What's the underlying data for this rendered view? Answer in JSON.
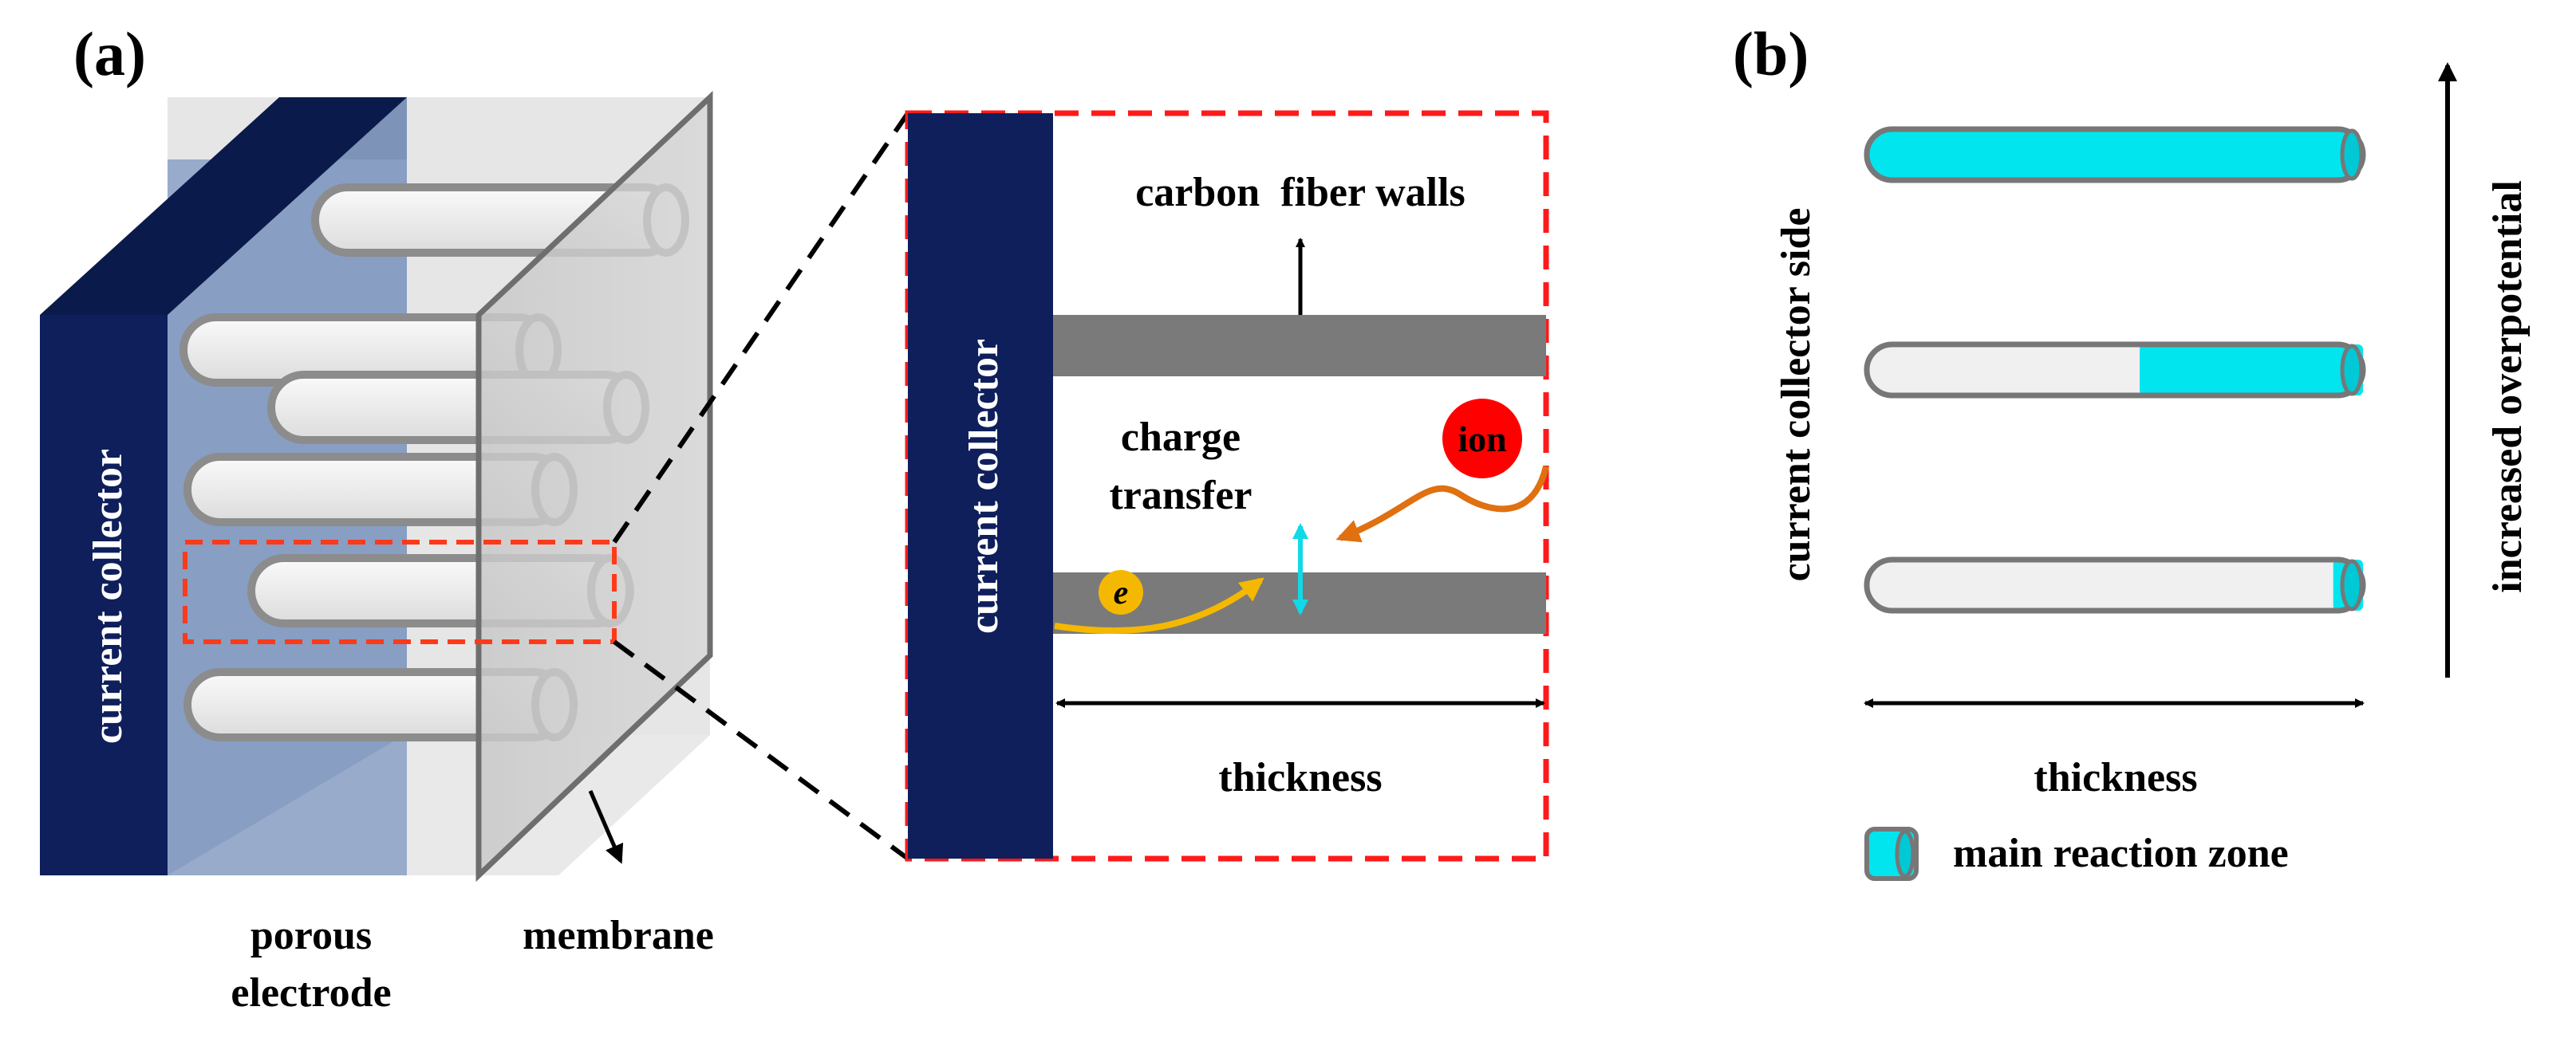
{
  "panel_a": {
    "label": "(a)",
    "collector_label": "current collector",
    "porous_label_line1": "porous",
    "porous_label_line2": "electrode",
    "membrane_label": "membrane",
    "zoom": {
      "collector_label": "current collector",
      "fiber_label": "carbon  fiber walls",
      "charge_line1": "charge",
      "charge_line2": "transfer",
      "ion_label": "ion",
      "electron_label": "e",
      "thickness_label": "thickness"
    }
  },
  "panel_b": {
    "label": "(b)",
    "side_label": "current collector side",
    "overpotential_label": "increased overpotential",
    "thickness_label": "thickness",
    "legend_label": "main reaction zone",
    "zones": [
      {
        "reaction_fraction": 1.0
      },
      {
        "reaction_fraction": 0.45
      },
      {
        "reaction_fraction": 0.06
      }
    ]
  },
  "colors": {
    "collector": "#0f1f5c",
    "reaction": "#00e5ee",
    "fiber_wall": "#7a7a7a",
    "zoom_box": "#ff1a1a",
    "ion": "#ff0000",
    "ion_path": "#e07010",
    "electron": "#f5b800"
  }
}
